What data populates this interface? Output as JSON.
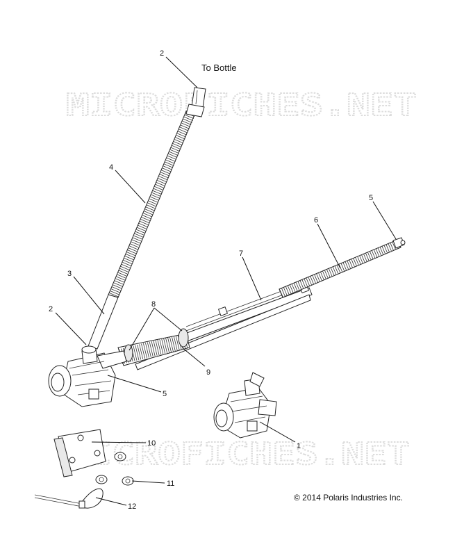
{
  "watermark": "MICROFICHES.NET",
  "copyright": "© 2014 Polaris Industries Inc.",
  "annotation": "To Bottle",
  "callouts": [
    {
      "id": "c2a",
      "label": "2"
    },
    {
      "id": "c4",
      "label": "4"
    },
    {
      "id": "c3",
      "label": "3"
    },
    {
      "id": "c2b",
      "label": "2"
    },
    {
      "id": "c8",
      "label": "8"
    },
    {
      "id": "c9",
      "label": "9"
    },
    {
      "id": "c5a",
      "label": "5"
    },
    {
      "id": "c7",
      "label": "7"
    },
    {
      "id": "c6",
      "label": "6"
    },
    {
      "id": "c5b",
      "label": "5"
    },
    {
      "id": "c1",
      "label": "1"
    },
    {
      "id": "c10",
      "label": "10"
    },
    {
      "id": "c11",
      "label": "11"
    },
    {
      "id": "c12",
      "label": "12"
    }
  ]
}
